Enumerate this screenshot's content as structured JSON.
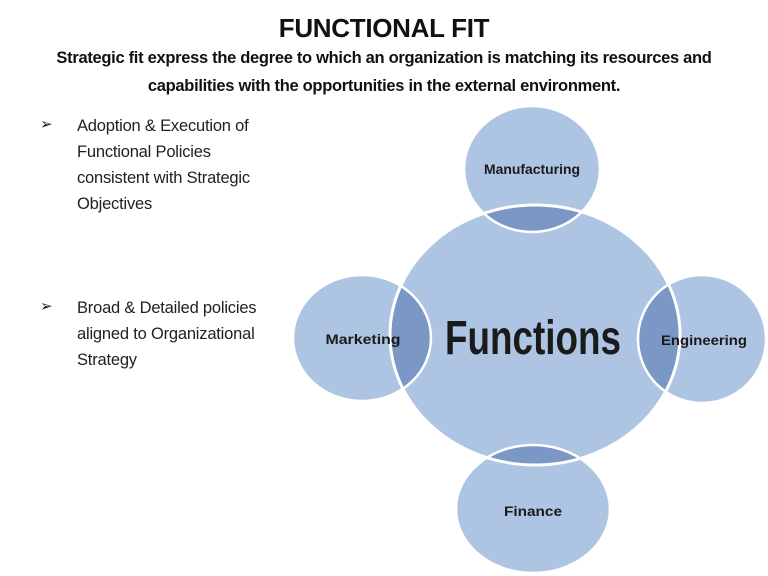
{
  "header": {
    "title": "FUNCTIONAL FIT",
    "subtitle_lines": [
      "Strategic fit express the degree to which an organization is matching its resources and",
      "capabilities with the opportunities in the external environment."
    ]
  },
  "bullets": [
    {
      "marker": "➢",
      "lines": [
        "Adoption & Execution of",
        "Functional Policies",
        "consistent with Strategic",
        "Objectives"
      ]
    },
    {
      "marker": "➢",
      "lines": [
        "Broad & Detailed policies",
        "aligned to Organizational",
        "Strategy"
      ]
    }
  ],
  "diagram": {
    "center_label": "Functions",
    "nodes": [
      {
        "label": "Manufacturing",
        "position": "top"
      },
      {
        "label": "Marketing",
        "position": "left"
      },
      {
        "label": "Engineering",
        "position": "right"
      },
      {
        "label": "Finance",
        "position": "bottom"
      }
    ],
    "colors": {
      "circle_fill": "#adc5e2",
      "overlap_fill": "#7b97c6",
      "circle_stroke": "#ffffff",
      "label_color": "#1a1a1a"
    }
  }
}
